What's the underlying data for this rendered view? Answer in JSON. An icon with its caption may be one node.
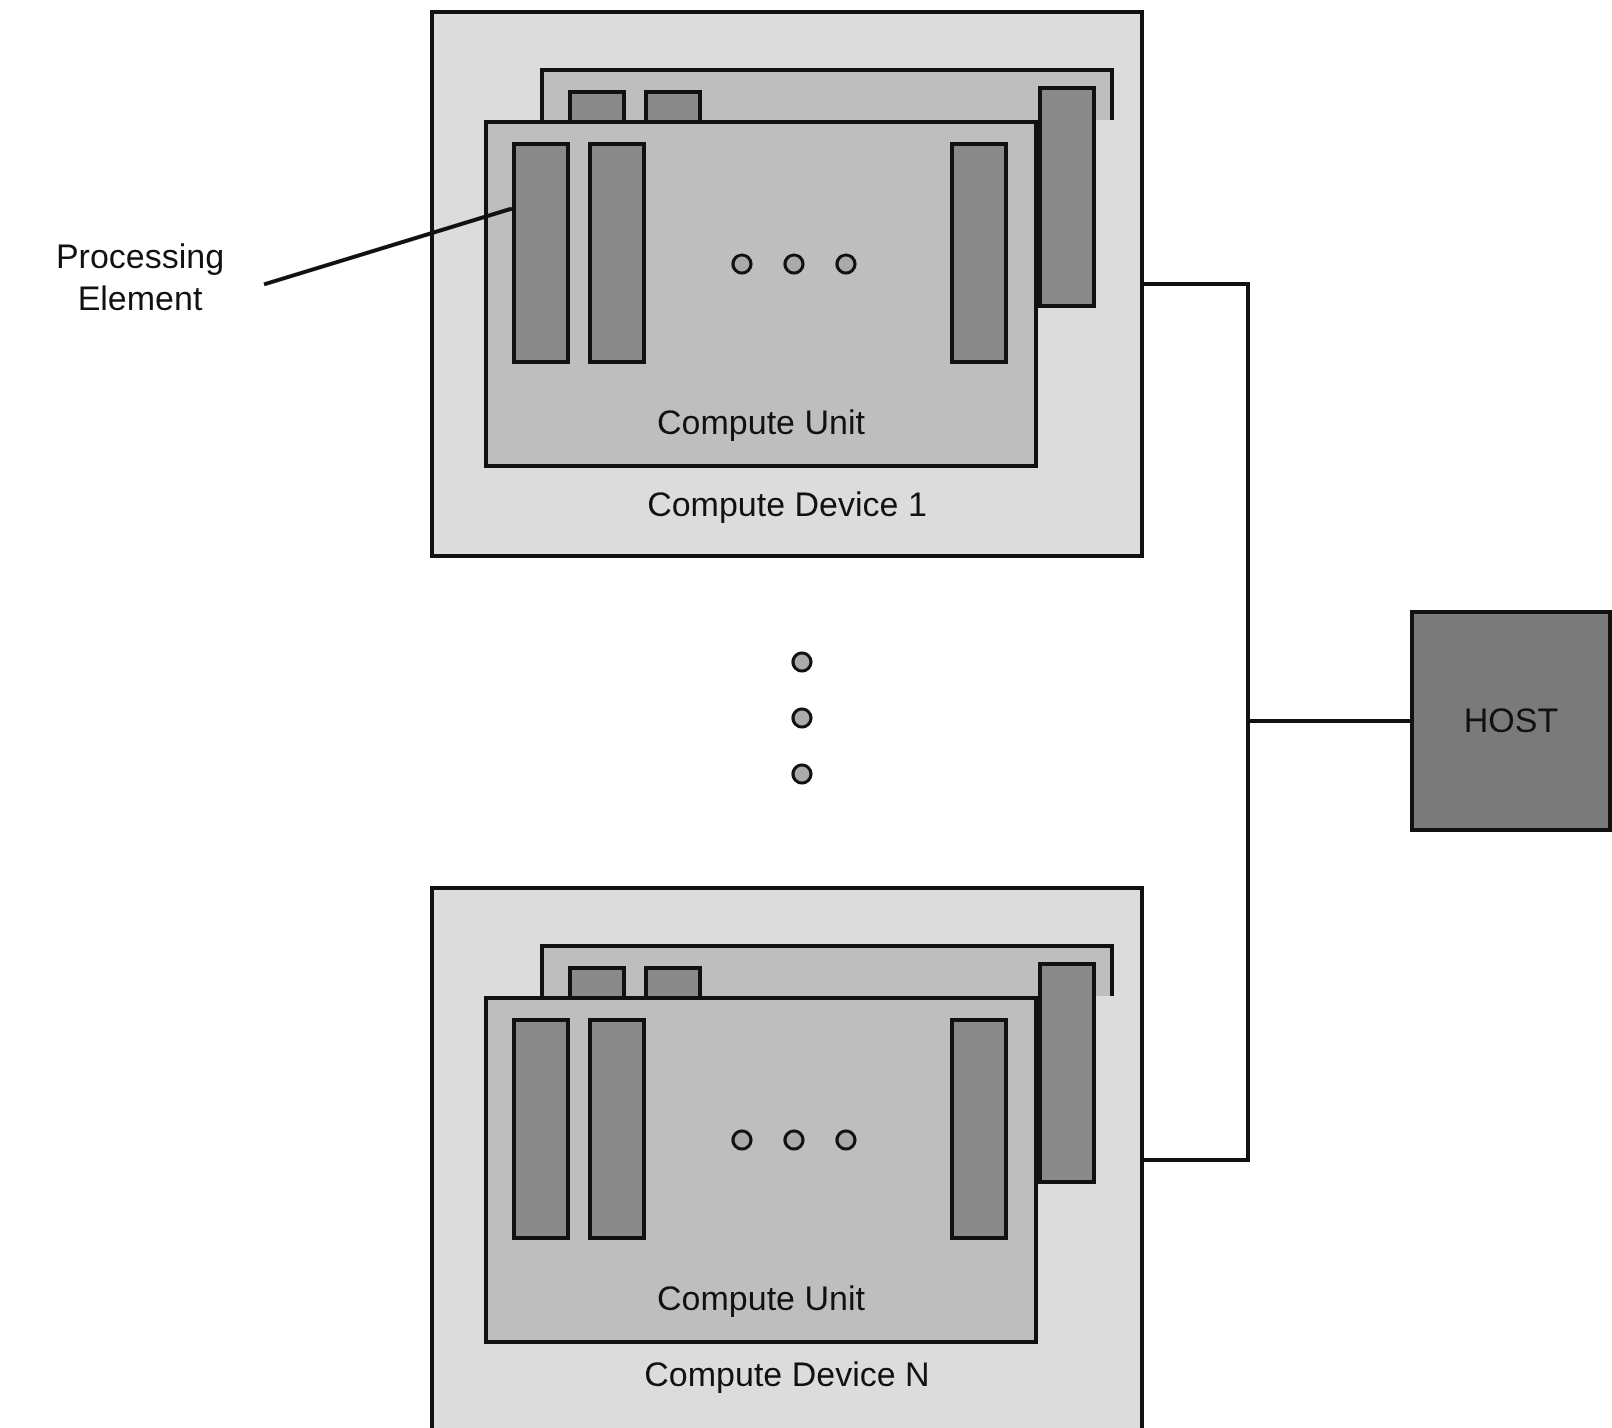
{
  "diagram": {
    "nodes": [
      {
        "text": [
          "Compute Device 1"
        ]
      },
      {
        "text": [],
        "shape": "box",
        "in": 0
      },
      {
        "text": [],
        "shape": "bar",
        "in": 1
      },
      {
        "text": [],
        "shape": "bar",
        "in": 1
      },
      {
        "text": [],
        "shape": "bar",
        "in": 0
      },
      {
        "text": [
          "Compute Unit"
        ],
        "in": 0
      },
      {
        "text": [],
        "shape": "bar",
        "in": 5
      },
      {
        "text": [],
        "shape": "bar",
        "in": 5
      },
      {
        "text": [],
        "shape": "bar",
        "in": 5
      },
      {
        "text": [
          "Processing Element"
        ]
      },
      {
        "text": [
          "HOST"
        ]
      },
      {
        "text": [
          "Compute Device N"
        ]
      },
      {
        "text": [],
        "shape": "box",
        "in": 11
      },
      {
        "text": [],
        "shape": "bar",
        "in": 12
      },
      {
        "text": [],
        "shape": "bar",
        "in": 12
      },
      {
        "text": [],
        "shape": "bar",
        "in": 11
      },
      {
        "text": [
          "Compute Unit"
        ],
        "in": 11
      },
      {
        "text": [],
        "shape": "bar",
        "in": 16
      },
      {
        "text": [],
        "shape": "bar",
        "in": 16
      },
      {
        "text": [],
        "shape": "bar",
        "in": 16
      }
    ],
    "edges": [
      {
        "from": 9,
        "to": 6,
        "arrow": "none"
      },
      {
        "from": 0,
        "to": 10,
        "arrow": "none"
      },
      {
        "from": 11,
        "to": 10,
        "arrow": "none"
      }
    ]
  }
}
